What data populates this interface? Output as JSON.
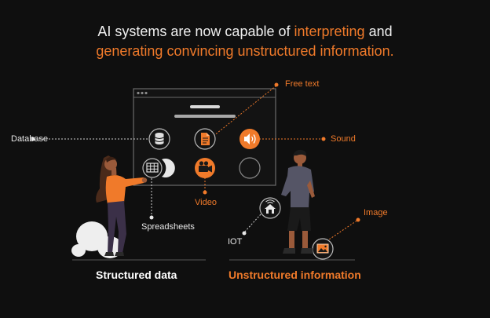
{
  "headline": {
    "part1": "AI systems are now capable of ",
    "part2": "interpreting",
    "part3": " and",
    "part4": "generating convincing unstructured information."
  },
  "labels": {
    "database": "Database",
    "free_text": "Free text",
    "sound": "Sound",
    "video": "Video",
    "spreadsheets": "Spreadsheets",
    "iot": "IOT",
    "image": "Image"
  },
  "captions": {
    "structured": "Structured data",
    "unstructured": "Unstructured information"
  },
  "colors": {
    "background": "#0f0f0f",
    "accent": "#f07a2a",
    "text": "#f0f0f0",
    "caption_structured": "#ffffff",
    "caption_unstructured": "#f07a2a"
  },
  "icons": [
    "database-icon",
    "document-icon",
    "speaker-icon",
    "spreadsheet-icon",
    "video-camera-icon",
    "empty-circle-icon",
    "home-wifi-icon",
    "image-icon"
  ]
}
